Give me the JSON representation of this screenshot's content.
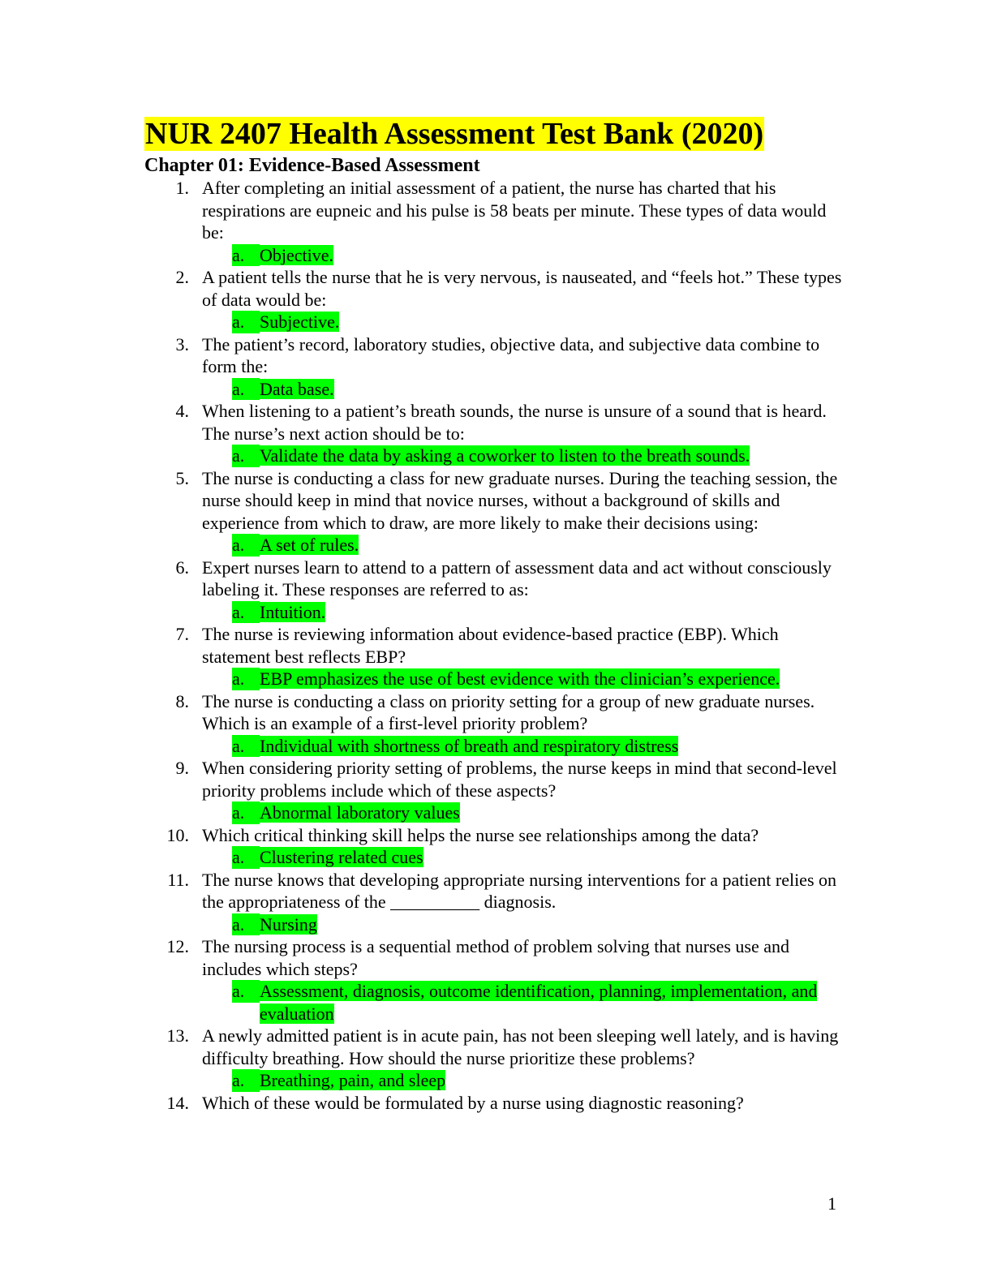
{
  "document": {
    "title": "NUR 2407 Health Assessment Test Bank (2020)",
    "chapter": "Chapter 01: Evidence-Based Assessment",
    "page_number": "1"
  },
  "questions": [
    {
      "num": "1.",
      "text": "After completing an initial assessment of a patient, the nurse has charted that his respirations are eupneic and his pulse is 58 beats per minute. These types of data would be:",
      "letter": "a.",
      "answer": "Objective."
    },
    {
      "num": "2.",
      "text": "A patient tells the nurse that he is very nervous, is nauseated, and “feels hot.” These types of data would be:",
      "letter": "a.",
      "answer": "Subjective."
    },
    {
      "num": "3.",
      "text": "The patient’s record, laboratory studies, objective data, and subjective data combine to form the:",
      "letter": "a.",
      "answer": "Data base."
    },
    {
      "num": "4.",
      "text": "When listening to a patient’s breath sounds, the nurse is unsure of a sound that is heard. The nurse’s next action should be to:",
      "letter": "a.",
      "answer": "Validate the data by asking a coworker to listen to the breath sounds."
    },
    {
      "num": "5.",
      "text": "The nurse is conducting a class for new graduate nurses. During the teaching session, the nurse should keep in mind that novice nurses, without a background of skills and experience from which to draw, are more likely to make their decisions using:",
      "letter": "a.",
      "answer": "A set of rules."
    },
    {
      "num": "6.",
      "text": "Expert nurses learn to attend to a pattern of assessment data and act without consciously labeling it. These responses are referred to as:",
      "letter": "a.",
      "answer": "Intuition."
    },
    {
      "num": "7.",
      "text": "The nurse is reviewing information about evidence-based practice (EBP). Which statement best reflects EBP?",
      "letter": "a.",
      "answer": "EBP emphasizes the use of best evidence with the clinician’s experience."
    },
    {
      "num": "8.",
      "text": "The nurse is conducting a class on priority setting for a group of new graduate nurses. Which is an example of a first-level priority problem?",
      "letter": "a.",
      "answer": "Individual with shortness of breath and respiratory distress"
    },
    {
      "num": "9.",
      "text": "When considering priority setting of problems, the nurse keeps in mind that second-level priority problems include which of these aspects?",
      "letter": "a.",
      "answer": "Abnormal laboratory values"
    },
    {
      "num": "10.",
      "text": "Which critical thinking skill helps the nurse see relationships among the data?",
      "letter": "a.",
      "answer": "Clustering related cues"
    },
    {
      "num": "11.",
      "text": "The nurse knows that developing appropriate nursing interventions for a patient relies on the appropriateness of the __________ diagnosis.",
      "letter": "a.",
      "answer": "Nursing"
    },
    {
      "num": "12.",
      "text": "The nursing process is a sequential method of problem solving that nurses use and includes which steps?",
      "letter": "a.",
      "answer": "Assessment, diagnosis, outcome identification, planning, implementation, and evaluation"
    },
    {
      "num": "13.",
      "text": " A newly admitted patient is in acute pain, has not been sleeping well lately, and is having difficulty breathing. How should the nurse prioritize these problems?",
      "letter": "a.",
      "answer": "Breathing, pain, and sleep"
    },
    {
      "num": "14.",
      "text": "Which of these would be formulated by a nurse using diagnostic reasoning?"
    }
  ],
  "colors": {
    "title_highlight": "#ffff00",
    "answer_highlight": "#00ff00"
  }
}
